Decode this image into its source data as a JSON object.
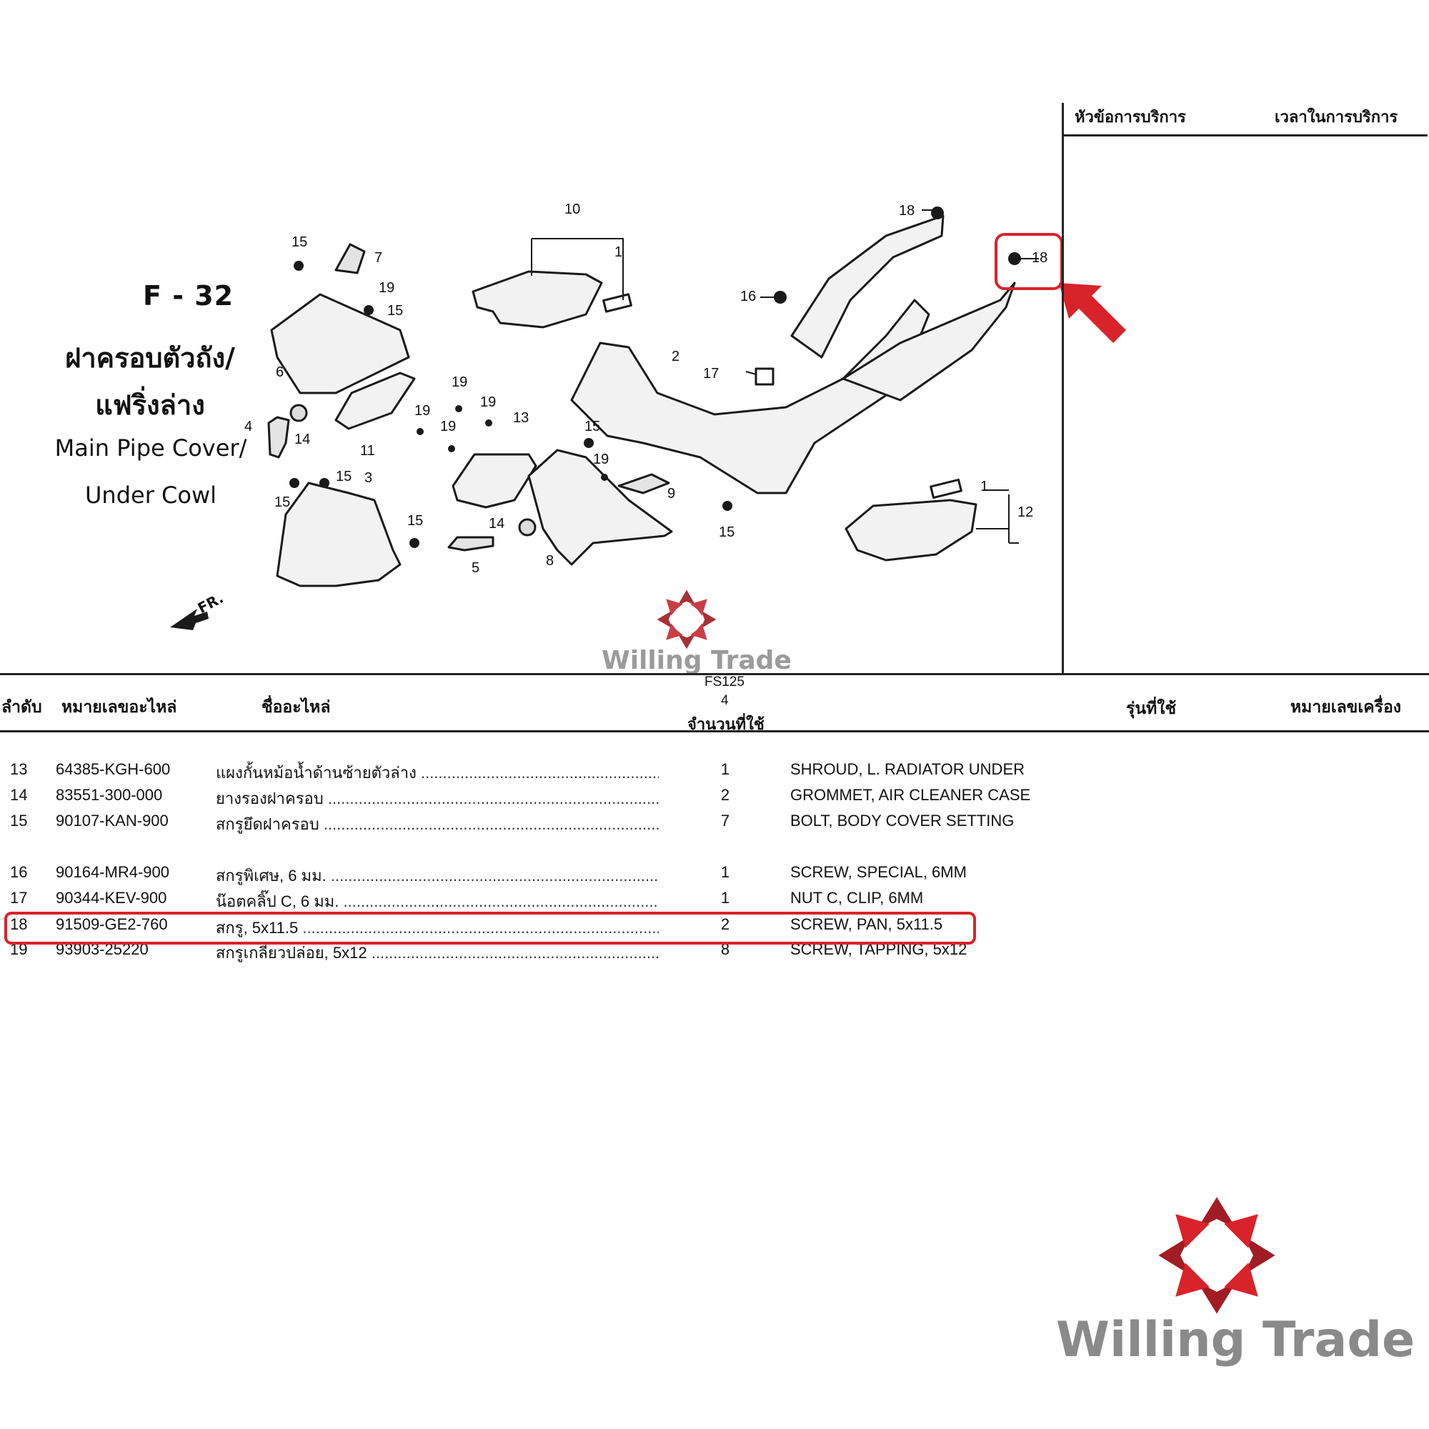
{
  "diagram": {
    "code": "F - 32",
    "title_th_line1": "ฝาครอบตัวถัง/",
    "title_th_line2": "แฟริ่งล่าง",
    "title_en_line1": "Main Pipe Cover/",
    "title_en_line2": "Under Cowl",
    "front_marker": "FR.",
    "callouts": [
      "10",
      "1",
      "18",
      "18",
      "16",
      "15",
      "7",
      "19",
      "15",
      "6",
      "2",
      "17",
      "19",
      "19",
      "4",
      "14",
      "19",
      "13",
      "15",
      "11",
      "19",
      "15",
      "3",
      "19",
      "15",
      "9",
      "15",
      "14",
      "1",
      "12",
      "5",
      "8",
      "15"
    ]
  },
  "service_panel": {
    "header_topic": "หัวข้อการบริการ",
    "header_time": "เวลาในการบริการ"
  },
  "table": {
    "headers": {
      "no": "ลำดับ",
      "part_number": "หมายเลขอะไหล่",
      "part_name": "ชื่ออะไหล่",
      "model": "FS125",
      "model_sub": "4",
      "qty": "จำนวนที่ใช้",
      "models_used": "รุ่นที่ใช้",
      "engine_no": "หมายเลขเครื่อง"
    },
    "rows": [
      {
        "no": "13",
        "part": "64385-KGH-600",
        "th": "แผงกั้นหม้อน้ำด้านซ้ายตัวล่าง",
        "qty": "1",
        "en": "SHROUD, L. RADIATOR UNDER"
      },
      {
        "no": "14",
        "part": "83551-300-000",
        "th": "ยางรองฝาครอบ",
        "qty": "2",
        "en": "GROMMET, AIR CLEANER CASE"
      },
      {
        "no": "15",
        "part": "90107-KAN-900",
        "th": "สกรูยึดฝาครอบ",
        "qty": "7",
        "en": "BOLT, BODY COVER SETTING"
      },
      {
        "no": "16",
        "part": "90164-MR4-900",
        "th": "สกรูพิเศษ, 6 มม.",
        "qty": "1",
        "en": "SCREW, SPECIAL, 6MM"
      },
      {
        "no": "17",
        "part": "90344-KEV-900",
        "th": "น๊อตคลิ๊ป C, 6 มม.",
        "qty": "1",
        "en": "NUT C, CLIP, 6MM"
      },
      {
        "no": "18",
        "part": "91509-GE2-760",
        "th": "สกรู, 5x11.5",
        "qty": "2",
        "en": "SCREW, PAN, 5x11.5"
      },
      {
        "no": "19",
        "part": "93903-25220",
        "th": "สกรูเกลียวปล่อย, 5x12",
        "qty": "8",
        "en": "SCREW, TAPPING, 5x12"
      }
    ],
    "highlighted_row": "18"
  },
  "watermark": {
    "small_text": "Willing Trade",
    "large_text": "Willing Trade"
  },
  "colors": {
    "highlight": "#d8232a",
    "logo_dark": "#9e1b22",
    "watermark_gray": "#8a8a8a"
  }
}
